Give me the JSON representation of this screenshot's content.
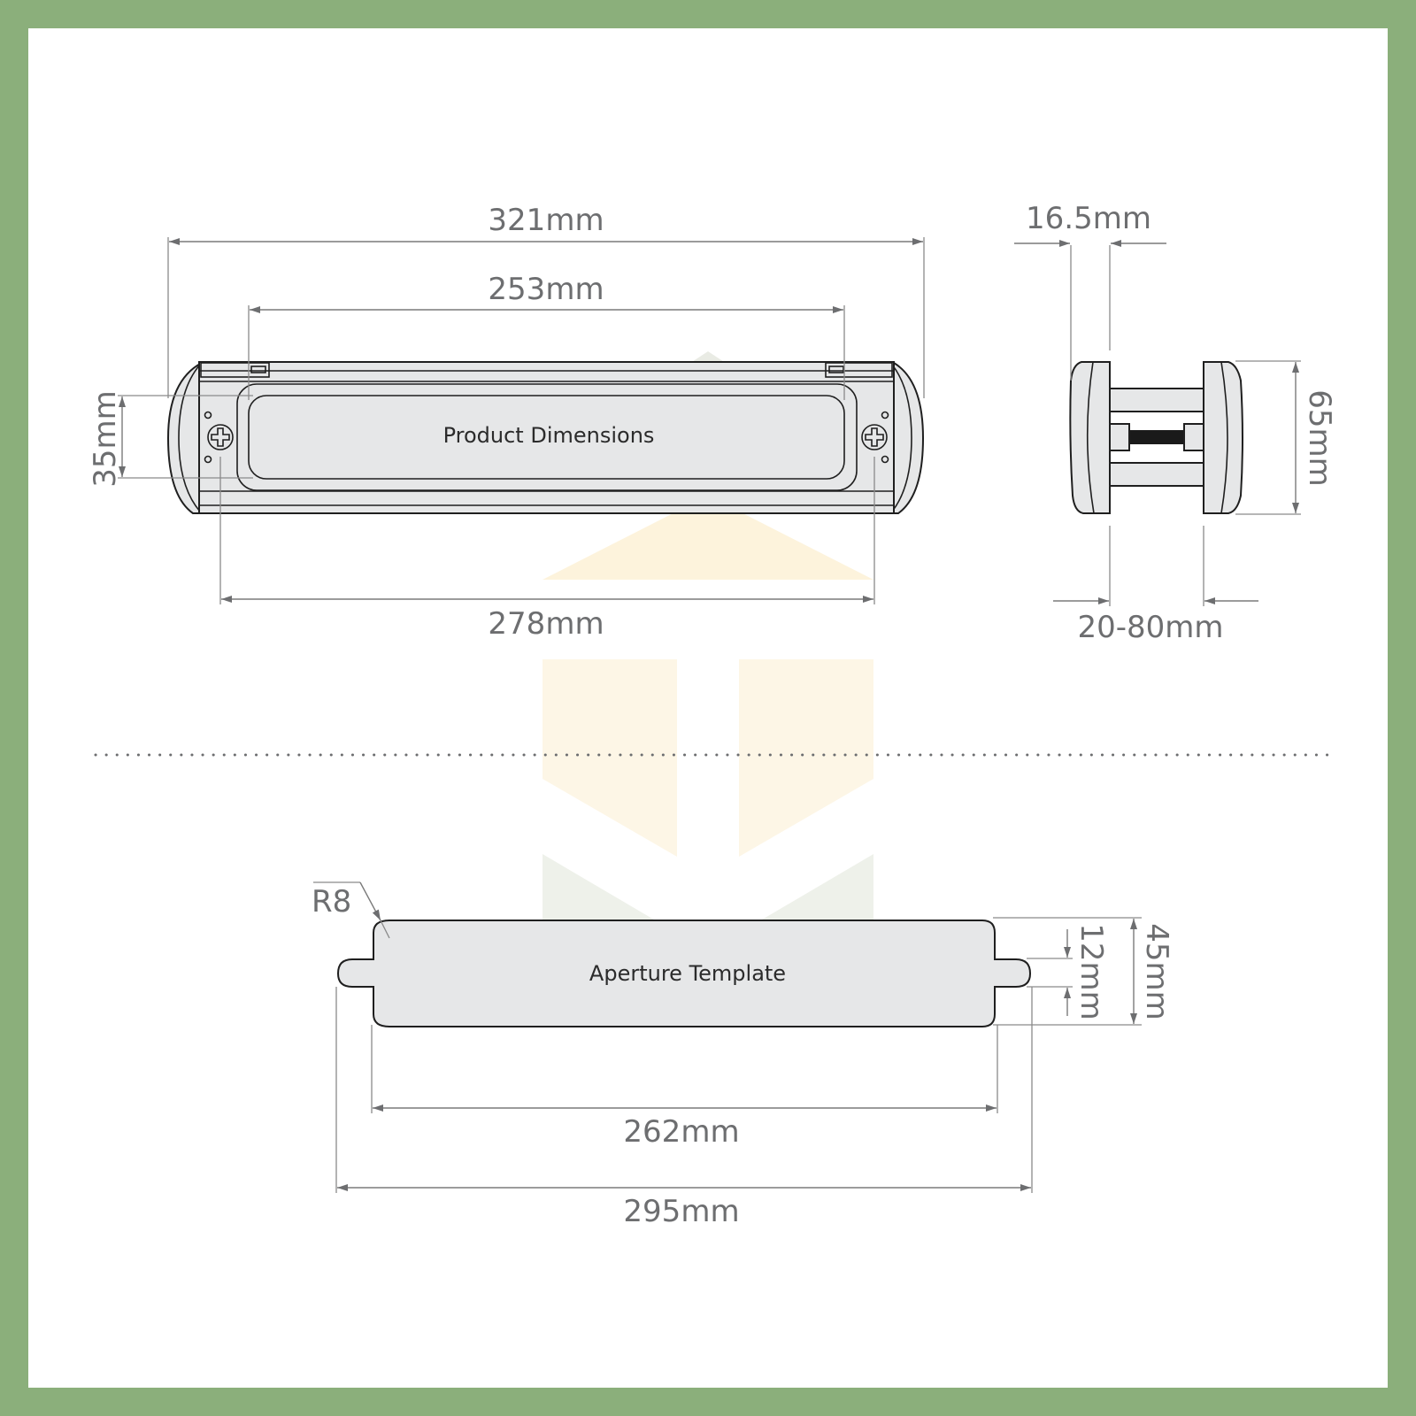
{
  "frame": {
    "border_color": "#8baf7b",
    "background_color": "#ffffff"
  },
  "watermark": {
    "green_color": "#dfe3d9",
    "yellow_color": "#fdf3dc"
  },
  "product_front_view": {
    "label": "Product Dimensions",
    "dimensions": {
      "overall_width": "321mm",
      "inner_width": "253mm",
      "fixing_centres": "278mm",
      "opening_height": "35mm"
    }
  },
  "product_side_view": {
    "dimensions": {
      "depth": "16.5mm",
      "height": "65mm",
      "door_thickness_range": "20-80mm"
    }
  },
  "divider": {
    "style": "dotted",
    "color": "#6d6e70"
  },
  "aperture_template": {
    "label": "Aperture Template",
    "dimensions": {
      "corner_radius": "R8",
      "tab_height": "12mm",
      "height": "45mm",
      "main_width": "262mm",
      "overall_width": "295mm"
    }
  },
  "colors": {
    "dimension_text": "#6d6e70",
    "part_fill": "#e6e7e8",
    "part_stroke": "#1f1f1f"
  }
}
